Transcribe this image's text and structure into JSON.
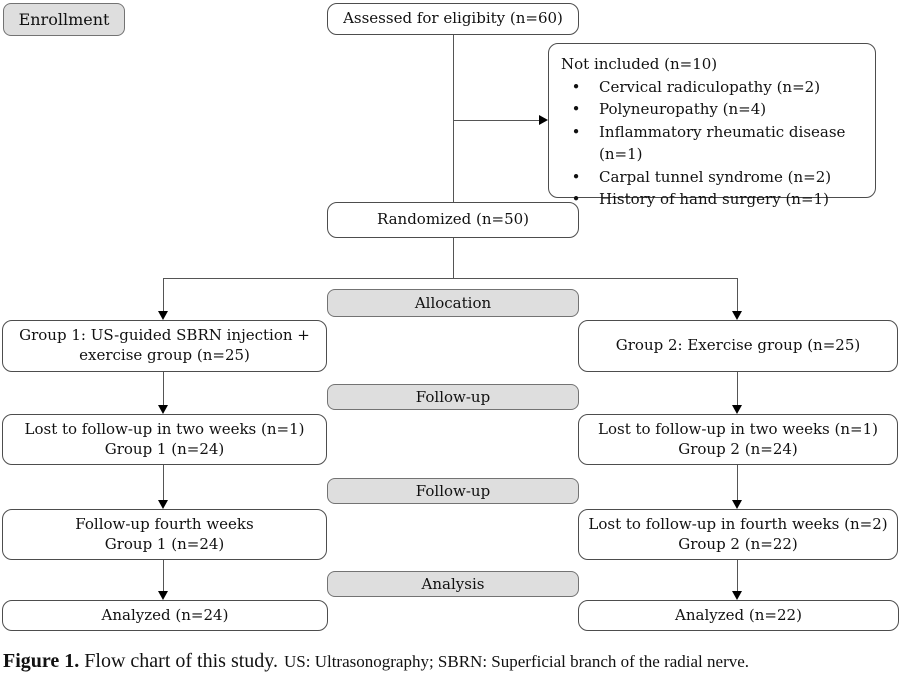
{
  "figure": {
    "stages": {
      "enrollment": "Enrollment",
      "allocation": "Allocation",
      "followup_1": "Follow-up",
      "followup_2": "Follow-up",
      "analysis": "Analysis"
    },
    "boxes": {
      "assessed": "Assessed for eligibity (n=60)",
      "not_included": {
        "title": "Not included (n=10)",
        "bullet_glyph": "•",
        "items": [
          "Cervical radiculopathy (n=2)",
          "Polyneuropathy (n=4)",
          "Inflammatory rheumatic disease (n=1)",
          "Carpal tunnel syndrome (n=2)",
          "History of hand surgery (n=1)"
        ]
      },
      "randomized": "Randomized (n=50)",
      "group1": {
        "line1": "Group 1: US-guided SBRN injection +",
        "line2": "exercise group (n=25)"
      },
      "group2": "Group 2: Exercise group (n=25)",
      "lost_two_weeks_g1": {
        "line1": "Lost to follow-up in two weeks (n=1)",
        "line2": "Group 1 (n=24)"
      },
      "lost_two_weeks_g2": {
        "line1": "Lost to follow-up in two weeks (n=1)",
        "line2": "Group 2 (n=24)"
      },
      "followup_fourth_g1": {
        "line1": "Follow-up fourth weeks",
        "line2": "Group 1 (n=24)"
      },
      "lost_fourth_g2": {
        "line1": "Lost to follow-up in fourth weeks (n=2)",
        "line2": "Group 2 (n=22)"
      },
      "analyzed_g1": "Analyzed (n=24)",
      "analyzed_g2": "Analyzed (n=22)"
    },
    "colors": {
      "banner_fill": "#dedede",
      "box_border": "#4d4d4d",
      "connector_line": "#555555",
      "arrowhead": "#000000"
    }
  },
  "caption": {
    "label": "Figure 1.",
    "text": "Flow chart of this study.",
    "abbreviations": "US: Ultrasonography; SBRN: Superficial branch of the radial nerve."
  }
}
